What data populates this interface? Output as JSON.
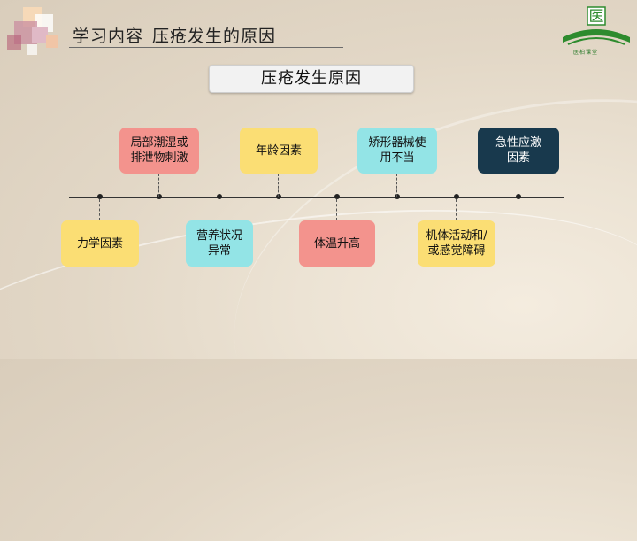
{
  "title": {
    "main": "学习内容",
    "sub": "压疮发生的原因"
  },
  "logo": {
    "glyph": "医",
    "caption": "医柏课堂"
  },
  "diagram_title": "压疮发生原因",
  "colors": {
    "red": "#f3938d",
    "yellow": "#fbde74",
    "teal": "#93e4e6",
    "navy": "#18394d",
    "line": "#333333"
  },
  "causes": [
    {
      "label": "力学因素",
      "position": "below",
      "color": "yellow"
    },
    {
      "label": "局部潮湿或\n排泄物刺激",
      "position": "above",
      "color": "red"
    },
    {
      "label": "营养状况\n异常",
      "position": "below",
      "color": "teal"
    },
    {
      "label": "年龄因素",
      "position": "above",
      "color": "yellow"
    },
    {
      "label": "体温升高",
      "position": "below",
      "color": "red"
    },
    {
      "label": "矫形器械使\n用不当",
      "position": "above",
      "color": "teal"
    },
    {
      "label": "机体活动和/\n或感觉障碍",
      "position": "below",
      "color": "yellow"
    },
    {
      "label": "急性应激\n因素",
      "position": "above",
      "color": "navy"
    }
  ]
}
